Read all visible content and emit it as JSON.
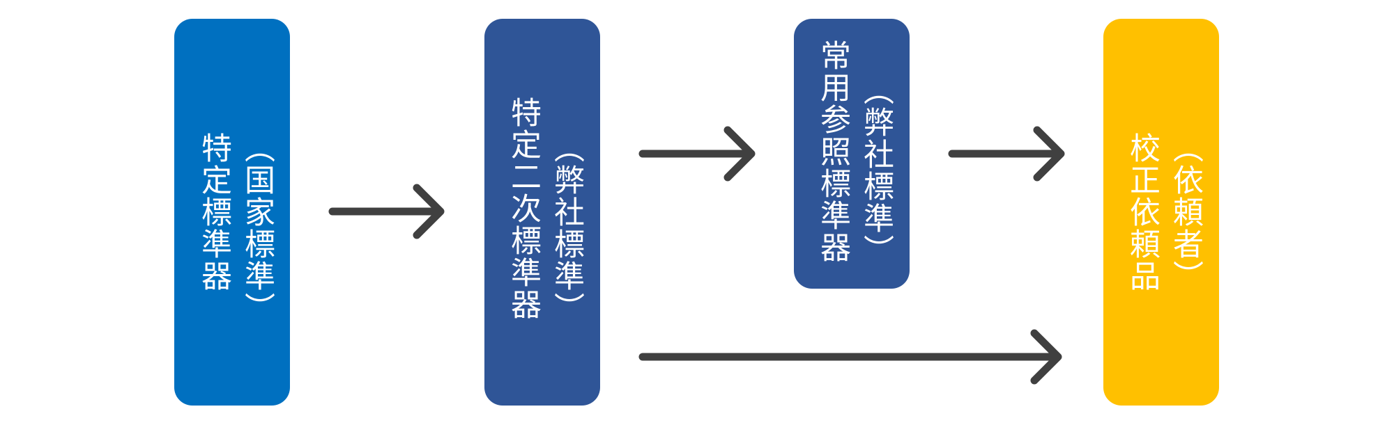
{
  "nodes": [
    {
      "id": "national",
      "sub": "（国家標準）",
      "main": "特定標準器",
      "color": "#0070c0"
    },
    {
      "id": "secondary",
      "sub": "（弊社標準）",
      "main": "特定二次標準器",
      "color": "#2f5597"
    },
    {
      "id": "reference",
      "sub": "（弊社標準）",
      "main": "常用参照標準器",
      "color": "#2f5597"
    },
    {
      "id": "client",
      "sub": "（依頼者）",
      "main": "校正依頼品",
      "color": "#ffc000"
    }
  ],
  "edges": [
    {
      "from": "national",
      "to": "secondary"
    },
    {
      "from": "secondary",
      "to": "reference"
    },
    {
      "from": "reference",
      "to": "client"
    },
    {
      "from": "secondary",
      "to": "client"
    }
  ],
  "arrow_color": "#404040"
}
